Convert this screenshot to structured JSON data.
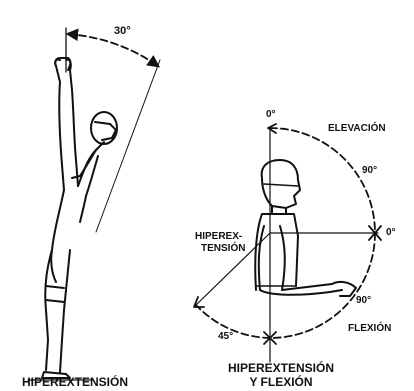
{
  "left_figure": {
    "angle_label": "30°",
    "caption": "HIPEREXTENSIÓN"
  },
  "right_figure": {
    "top_zero_label": "0°",
    "elevation_label": "ELEVACIÓN",
    "ninety_upper_label": "90°",
    "side_zero_label": "0°",
    "hyperextension_label_line1": "HIPEREX-",
    "hyperextension_label_line2": "TENSIÓN",
    "ninety_lower_label": "90°",
    "flexion_label": "FLEXIÓN",
    "forty_five_label": "45°",
    "caption_line1": "HIPEREXTENSIÓN",
    "caption_line2": "Y FLEXIÓN"
  },
  "colors": {
    "ink": "#111111",
    "background": "#ffffff"
  }
}
